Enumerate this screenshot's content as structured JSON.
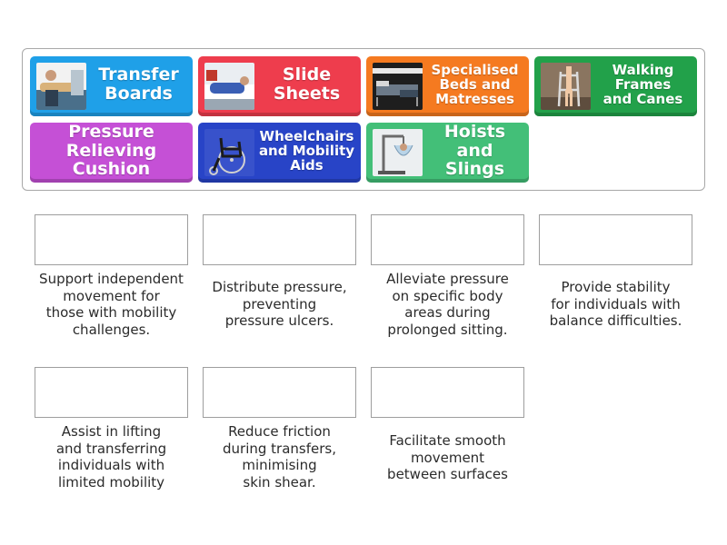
{
  "cards": [
    {
      "id": "transfer-boards",
      "label": "Transfer\nBoards",
      "color": "#1fa0e8",
      "image": "transfer-board-photo"
    },
    {
      "id": "slide-sheets",
      "label": "Slide\nSheets",
      "color": "#ee3d4d",
      "image": "slide-sheet-photo"
    },
    {
      "id": "specialised-beds",
      "label": "Specialised\nBeds and\nMatresses",
      "color": "#f57a20",
      "image": "hospital-bed-photo"
    },
    {
      "id": "walking-frames",
      "label": "Walking\nFrames\nand Canes",
      "color": "#22a14a",
      "image": "walking-frame-photo"
    },
    {
      "id": "pressure-cushion",
      "label": "Pressure\nRelieving Cushion",
      "color": "#c550d6",
      "image": ""
    },
    {
      "id": "wheelchairs",
      "label": "Wheelchairs\nand Mobility\nAids",
      "color": "#2844c7",
      "image": "wheelchair-photo"
    },
    {
      "id": "hoists",
      "label": "Hoists\nand Slings",
      "color": "#43bf78",
      "image": "hoist-photo"
    }
  ],
  "targets": [
    {
      "description": "Support independent\nmovement for\nthose with mobility\nchallenges."
    },
    {
      "description": "Distribute pressure,\npreventing\npressure ulcers."
    },
    {
      "description": "Alleviate pressure\non specific body\nareas during\nprolonged sitting."
    },
    {
      "description": "Provide stability\nfor individuals with\nbalance difficulties."
    },
    {
      "description": "Assist in lifting\nand transferring\nindividuals with\nlimited mobility"
    },
    {
      "description": "Reduce friction\nduring transfers,\nminimising\nskin shear."
    },
    {
      "description": "Facilitate smooth\nmovement\nbetween surfaces"
    }
  ]
}
